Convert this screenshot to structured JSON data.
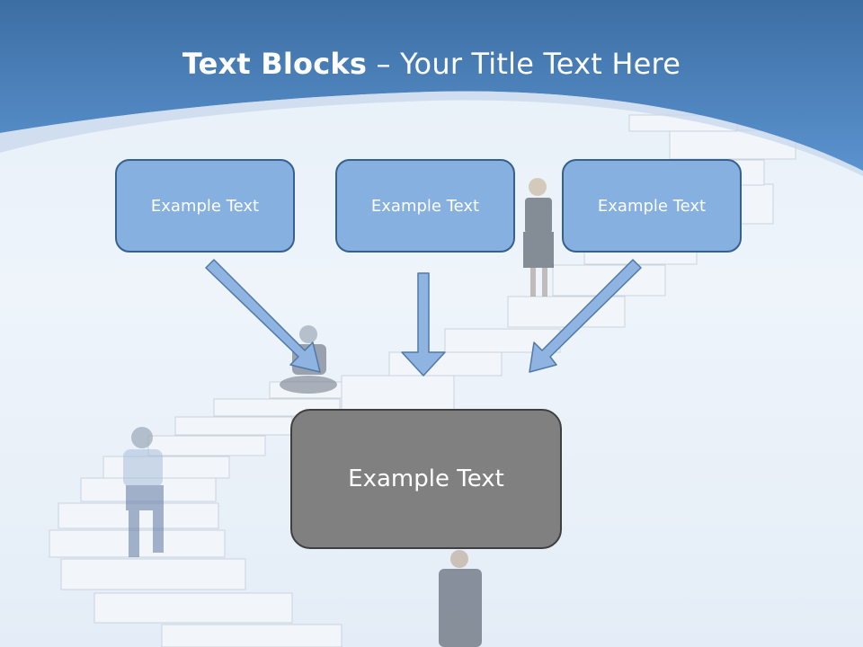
{
  "slide": {
    "title_bold": "Text Blocks",
    "title_dash": " – ",
    "title_rest": "Your Title Text Here",
    "colors": {
      "header_blue": "#4f86c6",
      "box_fill": "#85b0e0",
      "box_border": "#35608f",
      "main_box_fill": "#808080",
      "arrow_fill": "#8fb4e2"
    }
  },
  "text_boxes": [
    {
      "label": "Example Text"
    },
    {
      "label": "Example Text"
    },
    {
      "label": "Example Text"
    }
  ],
  "main_box": {
    "label": "Example Text"
  },
  "background": {
    "image": "book-staircase-with-people-photo"
  }
}
